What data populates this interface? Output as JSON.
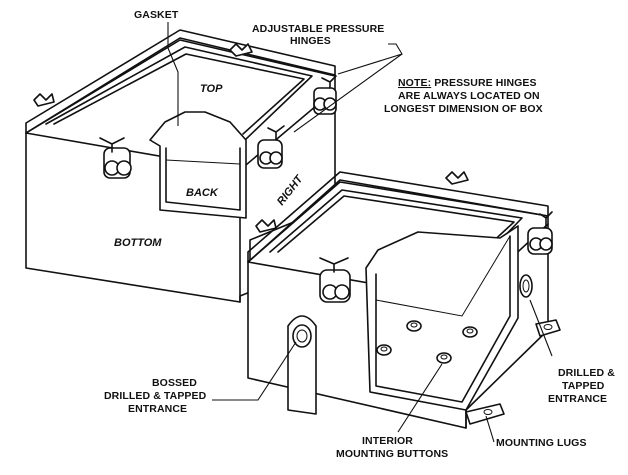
{
  "labels": {
    "gasket": "GASKET",
    "hinges_line1": "ADJUSTABLE PRESSURE",
    "hinges_line2": "HINGES",
    "note_prefix": "NOTE:",
    "note_line1_rest": " PRESSURE HINGES",
    "note_line2": "ARE ALWAYS LOCATED ON",
    "note_line3": "LONGEST DIMENSION OF BOX",
    "bossed_line1": "BOSSED",
    "bossed_line2": "DRILLED & TAPPED",
    "bossed_line3": "ENTRANCE",
    "interior_line1": "INTERIOR",
    "interior_line2": "MOUNTING BUTTONS",
    "drilled_line1": "DRILLED &",
    "drilled_line2": "TAPPED",
    "drilled_line3": "ENTRANCE",
    "lugs": "MOUNTING LUGS"
  },
  "faces": {
    "top": "TOP",
    "back": "BACK",
    "right": "RIGHT",
    "bottom": "BOTTOM"
  }
}
